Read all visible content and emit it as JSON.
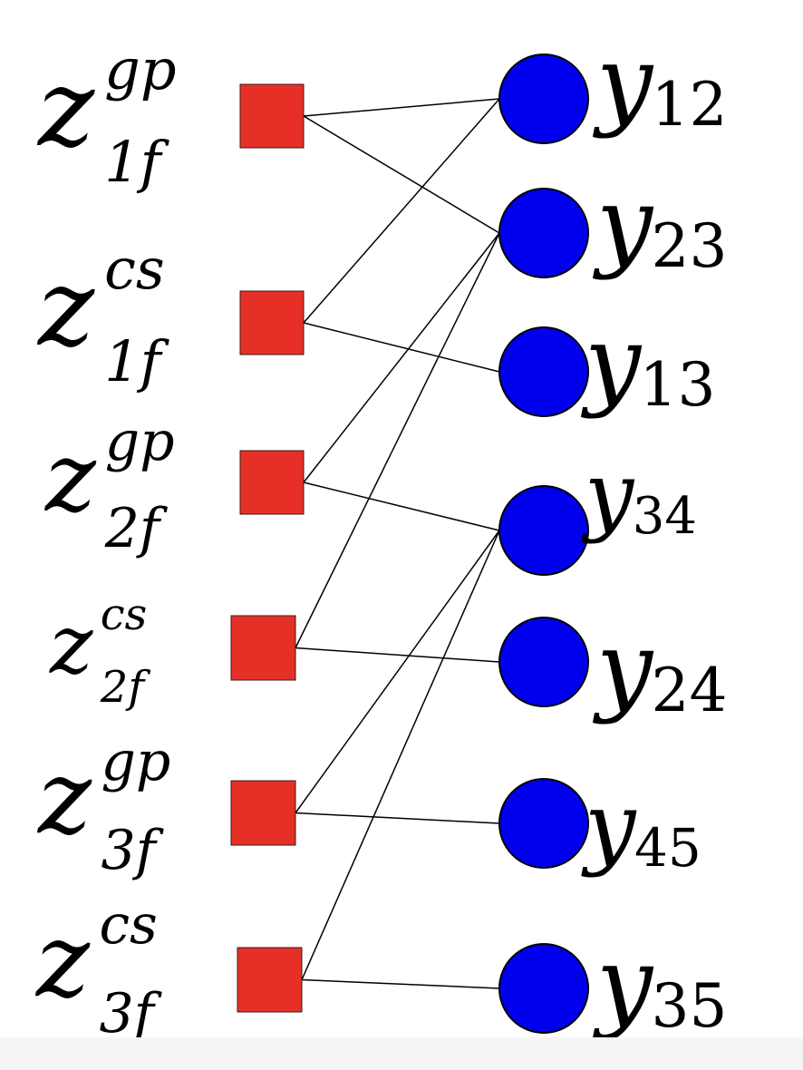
{
  "colors": {
    "factor_fill": "#e63027",
    "variable_fill": "#0000ee",
    "edge": "#000000",
    "background": "#ffffff"
  },
  "factors": [
    {
      "id": "z1gp",
      "base": "z",
      "sub": "1f",
      "sup": "gp"
    },
    {
      "id": "z1cs",
      "base": "z",
      "sub": "1f",
      "sup": "cs"
    },
    {
      "id": "z2gp",
      "base": "z",
      "sub": "2f",
      "sup": "gp"
    },
    {
      "id": "z2cs",
      "base": "z",
      "sub": "2f",
      "sup": "cs"
    },
    {
      "id": "z3gp",
      "base": "z",
      "sub": "3f",
      "sup": "gp"
    },
    {
      "id": "z3cs",
      "base": "z",
      "sub": "3f",
      "sup": "cs"
    }
  ],
  "variables": [
    {
      "id": "y12",
      "base": "y",
      "sub": "12"
    },
    {
      "id": "y23",
      "base": "y",
      "sub": "23"
    },
    {
      "id": "y13",
      "base": "y",
      "sub": "13"
    },
    {
      "id": "y34",
      "base": "y",
      "sub": "34"
    },
    {
      "id": "y24",
      "base": "y",
      "sub": "24"
    },
    {
      "id": "y45",
      "base": "y",
      "sub": "45"
    },
    {
      "id": "y35",
      "base": "y",
      "sub": "35"
    }
  ],
  "edges": [
    [
      "z1gp",
      "y12"
    ],
    [
      "z1gp",
      "y23"
    ],
    [
      "z1cs",
      "y12"
    ],
    [
      "z1cs",
      "y13"
    ],
    [
      "z2gp",
      "y23"
    ],
    [
      "z2gp",
      "y34"
    ],
    [
      "z2cs",
      "y23"
    ],
    [
      "z2cs",
      "y24"
    ],
    [
      "z3gp",
      "y34"
    ],
    [
      "z3gp",
      "y45"
    ],
    [
      "z3cs",
      "y34"
    ],
    [
      "z3cs",
      "y35"
    ]
  ]
}
